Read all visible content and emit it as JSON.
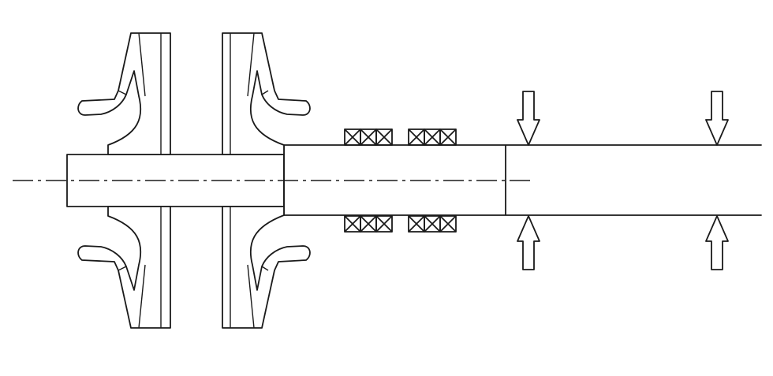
{
  "diagram": {
    "subject": "",
    "colors": {
      "line": "#1a1a1a",
      "background": "#ffffff"
    },
    "components": [
      {
        "id": "shaft",
        "kind": "shaft"
      },
      {
        "id": "impeller-left-half",
        "kind": "impeller"
      },
      {
        "id": "impeller-right-half",
        "kind": "impeller"
      },
      {
        "id": "bearing-upper",
        "kind": "bearing",
        "cells": 6
      },
      {
        "id": "bearing-lower",
        "kind": "bearing",
        "cells": 6
      },
      {
        "id": "load-arrows",
        "kind": "arrow",
        "count": 4
      },
      {
        "id": "centerline",
        "kind": "centerline"
      }
    ]
  }
}
